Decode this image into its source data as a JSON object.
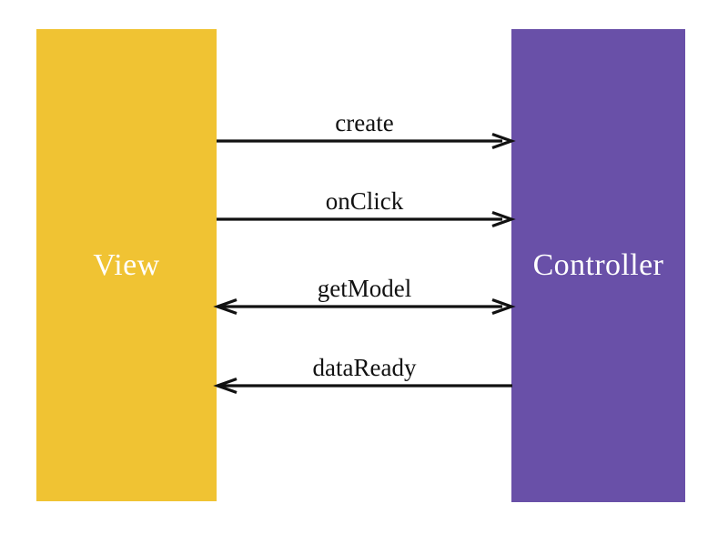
{
  "diagram": {
    "type": "sequence-diagram",
    "title": "",
    "background_color": "#ffffff",
    "participants": [
      {
        "id": "view",
        "label": "View",
        "color": "#f0c333",
        "text_color": "#ffffff",
        "side": "left"
      },
      {
        "id": "controller",
        "label": "Controller",
        "color": "#6950a8",
        "text_color": "#ffffff",
        "side": "right"
      }
    ],
    "messages": [
      {
        "id": "create",
        "label": "create",
        "from": "view",
        "to": "controller",
        "direction": "right",
        "arrowheads": "end",
        "color": "#111111"
      },
      {
        "id": "onclick",
        "label": "onClick",
        "from": "view",
        "to": "controller",
        "direction": "right",
        "arrowheads": "end",
        "color": "#111111"
      },
      {
        "id": "getmodel",
        "label": "getModel",
        "from": "view",
        "to": "controller",
        "direction": "both",
        "arrowheads": "both",
        "color": "#111111"
      },
      {
        "id": "dataready",
        "label": "dataReady",
        "from": "controller",
        "to": "view",
        "direction": "left",
        "arrowheads": "start",
        "color": "#111111"
      }
    ]
  }
}
